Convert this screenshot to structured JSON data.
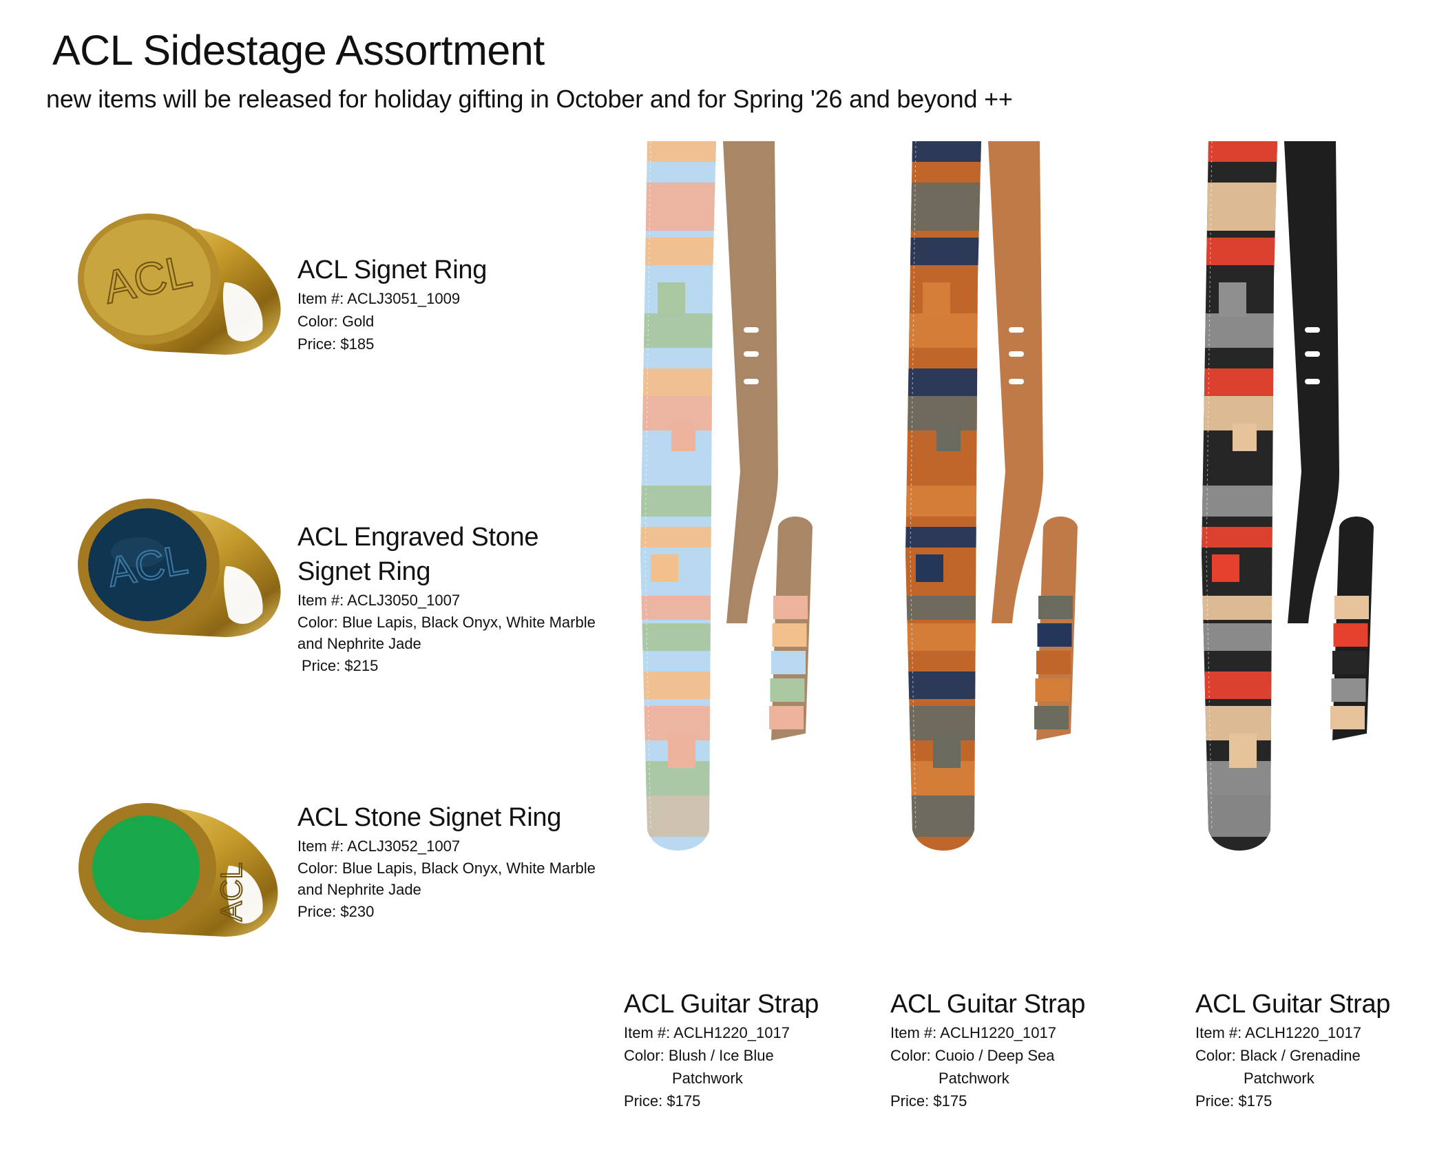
{
  "header": {
    "title": "ACL Sidestage Assortment",
    "subtitle": "new items will be released for holiday gifting in October and for Spring '26 and beyond ++"
  },
  "labels": {
    "item": "Item #:",
    "color": "Color:",
    "price": "Price:"
  },
  "rings": [
    {
      "name": "ACL Signet Ring",
      "item": "ACLJ3051_1009",
      "color": "Gold",
      "price": "$185",
      "face_text": "ACL",
      "face_color": "#c9a53e"
    },
    {
      "name_line1": "ACL Engraved Stone",
      "name_line2": "Signet Ring",
      "item": "ACLJ3050_1007",
      "color_line1": "Blue Lapis, Black Onyx, White Marble",
      "color_line2": "and Nephrite Jade",
      "price": "$215",
      "face_text": "ACL",
      "face_color": "#0f3550"
    },
    {
      "name": "ACL Stone Signet Ring",
      "item": "ACLJ3052_1007",
      "color_line1": "Blue Lapis, Black Onyx, White Marble",
      "color_line2": "and Nephrite Jade",
      "price": "$230",
      "shank_text": "ACL",
      "face_color": "#18a84a"
    }
  ],
  "straps": [
    {
      "name": "ACL Guitar Strap",
      "item": "ACLH1220_1017",
      "color_line1": "Blush / Ice Blue",
      "color_line2": "Patchwork",
      "price": "$175",
      "palette": {
        "main": "#b9d9f1",
        "accent1": "#f1c08c",
        "accent2": "#eeb39c",
        "accent3": "#a9c7a1",
        "back": "#a98766",
        "tip": "#cfc1ad"
      }
    },
    {
      "name": "ACL Guitar Strap",
      "item": "ACLH1220_1017",
      "color_line1": "Cuoio / Deep Sea",
      "color_line2": "Patchwork",
      "price": "$175",
      "palette": {
        "main": "#c0662a",
        "accent1": "#24375a",
        "accent2": "#6a6a5e",
        "accent3": "#d47e3a",
        "back": "#c07a48",
        "tip": "#686a62"
      }
    },
    {
      "name": "ACL Guitar Strap",
      "item": "ACLH1220_1017",
      "color_line1": "Black / Grenadine",
      "color_line2": "Patchwork",
      "price": "$175",
      "palette": {
        "main": "#262626",
        "accent1": "#e6412e",
        "accent2": "#e6c39a",
        "accent3": "#8f8f8f",
        "back": "#1e1e1e",
        "tip": "#8a8a8a"
      }
    }
  ]
}
